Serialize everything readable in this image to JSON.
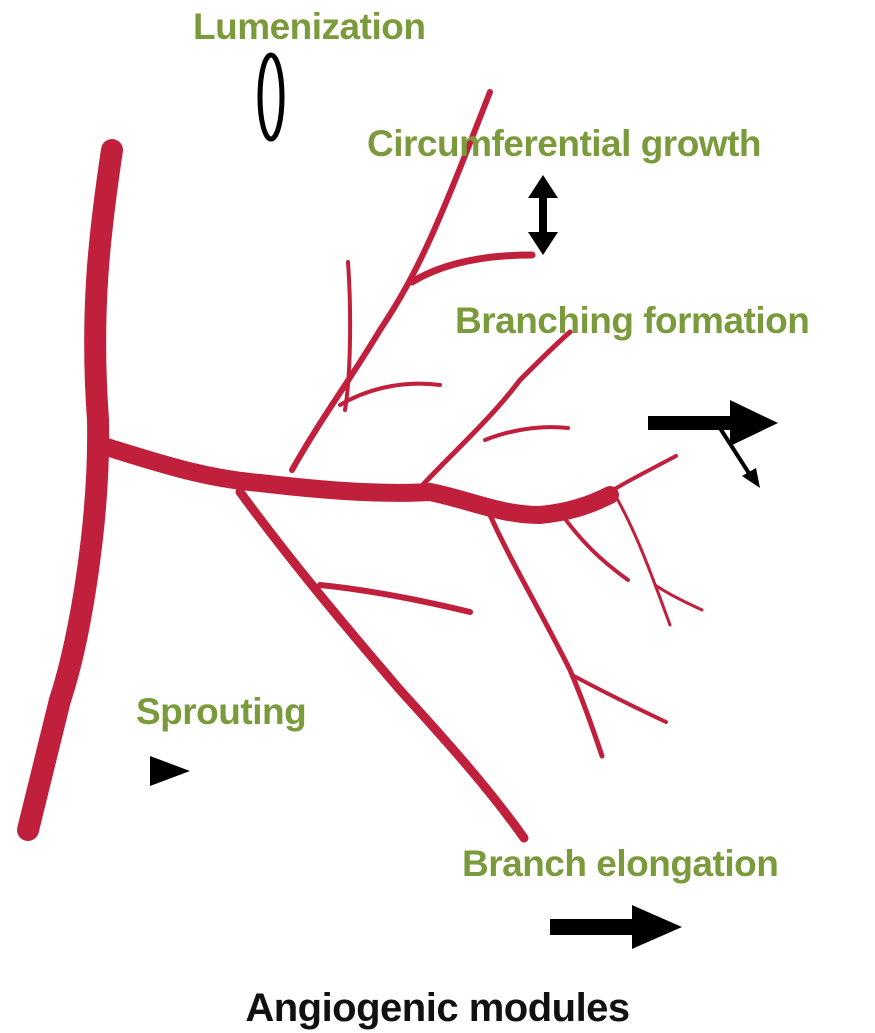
{
  "title": "Angiogenic modules",
  "modules": {
    "lumenization": "Lumenization",
    "circumferential_growth": "Circumferential growth",
    "branching_formation": "Branching formation",
    "sprouting": "Sprouting",
    "branch_elongation": "Branch elongation"
  },
  "colors": {
    "vessel": "#c0203c",
    "module_label": "#7a9a3c",
    "symbol": "#000000",
    "background": "#ffffff"
  },
  "symbols": {
    "lumenization": "ellipse-ring-icon",
    "circumferential_growth": "double-arrow-vertical-icon",
    "branching_formation": "branching-arrow-icon",
    "sprouting": "arrowhead-icon",
    "branch_elongation": "arrow-right-icon"
  }
}
